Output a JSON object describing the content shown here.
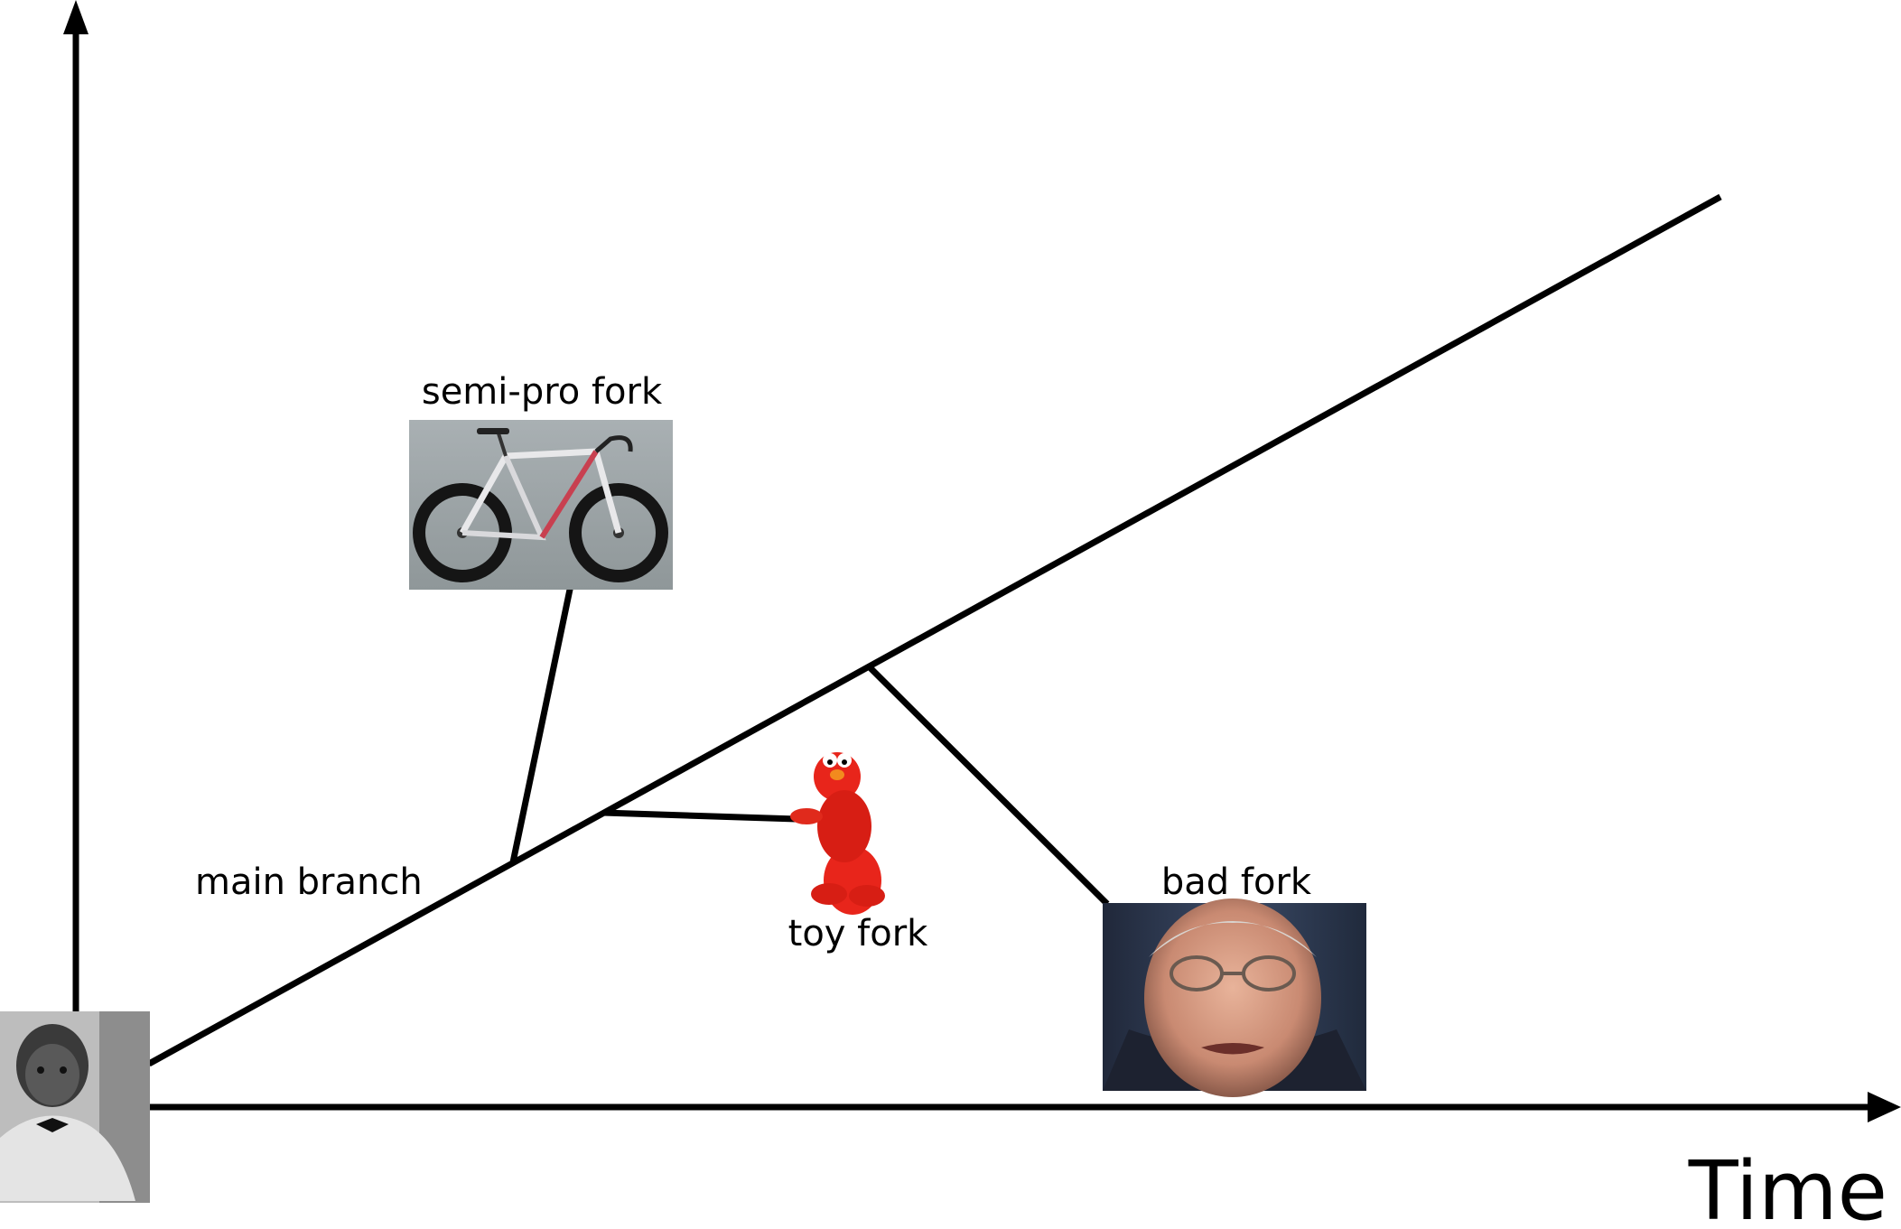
{
  "diagram": {
    "axis": {
      "x_label": "Time"
    },
    "branches": {
      "main": {
        "label": "main branch"
      },
      "semi_pro": {
        "label": "semi-pro fork",
        "picture": "racing-bicycle"
      },
      "toy": {
        "label": "toy fork",
        "picture": "red-plush-toy"
      },
      "bad": {
        "label": "bad fork",
        "picture": "man-portrait"
      }
    },
    "origin": {
      "picture": "baby-photo"
    },
    "colors": {
      "line": "#000000",
      "background": "#ffffff"
    }
  }
}
